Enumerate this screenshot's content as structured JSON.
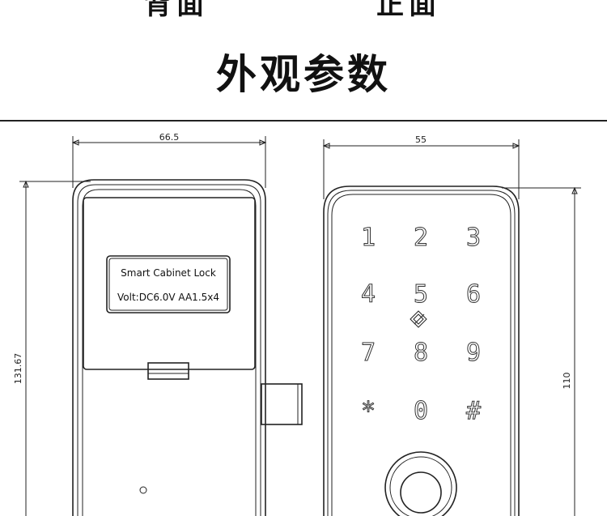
{
  "header": {
    "back_label": "背面",
    "front_label": "正面",
    "title": "外观参数"
  },
  "back_view": {
    "width_dim": "66.5",
    "height_dim": "131.67",
    "label_line1": "Smart  Cabinet  Lock",
    "label_line2": "Volt:DC6.0V   AA1.5x4"
  },
  "front_view": {
    "width_dim": "55",
    "height_dim": "110",
    "keys": [
      "1",
      "2",
      "3",
      "4",
      "5",
      "6",
      "7",
      "8",
      "9",
      "*",
      "0",
      "#"
    ]
  }
}
